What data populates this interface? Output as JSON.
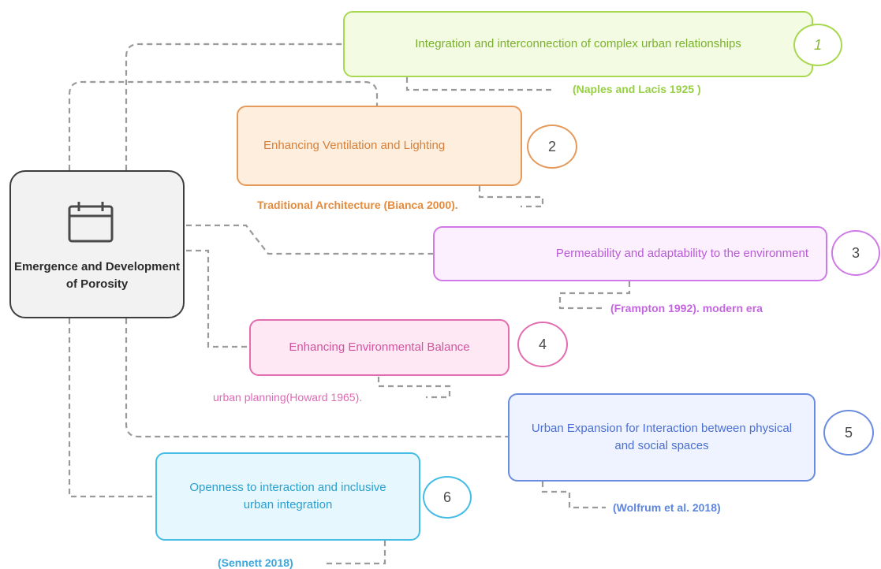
{
  "hub": {
    "title": "Emergence and Development of Porosity",
    "icon": "calendar-icon"
  },
  "items": [
    {
      "number": "1",
      "label": "Integration and interconnection of complex urban relationships",
      "citation": "(Naples and Lacis 1925 )",
      "color": "#a8d84e"
    },
    {
      "number": "2",
      "label": "Enhancing Ventilation and Lighting",
      "citation": "Traditional Architecture (Bianca 2000).",
      "color": "#e69a5a"
    },
    {
      "number": "3",
      "label": "Permeability and adaptability to the environment",
      "citation": "(Frampton 1992). modern era",
      "color": "#cf7ae6"
    },
    {
      "number": "4",
      "label": "Enhancing Environmental Balance",
      "citation": "urban planning(Howard 1965).",
      "color": "#e46cb0"
    },
    {
      "number": "5",
      "label": "Urban Expansion for Interaction between physical and social spaces",
      "citation": "(Wolfrum et al. 2018)",
      "color": "#6a8ce0"
    },
    {
      "number": "6",
      "label": "Openness to interaction and inclusive urban integration",
      "citation": "(Sennett 2018)",
      "color": "#44bce6"
    }
  ]
}
